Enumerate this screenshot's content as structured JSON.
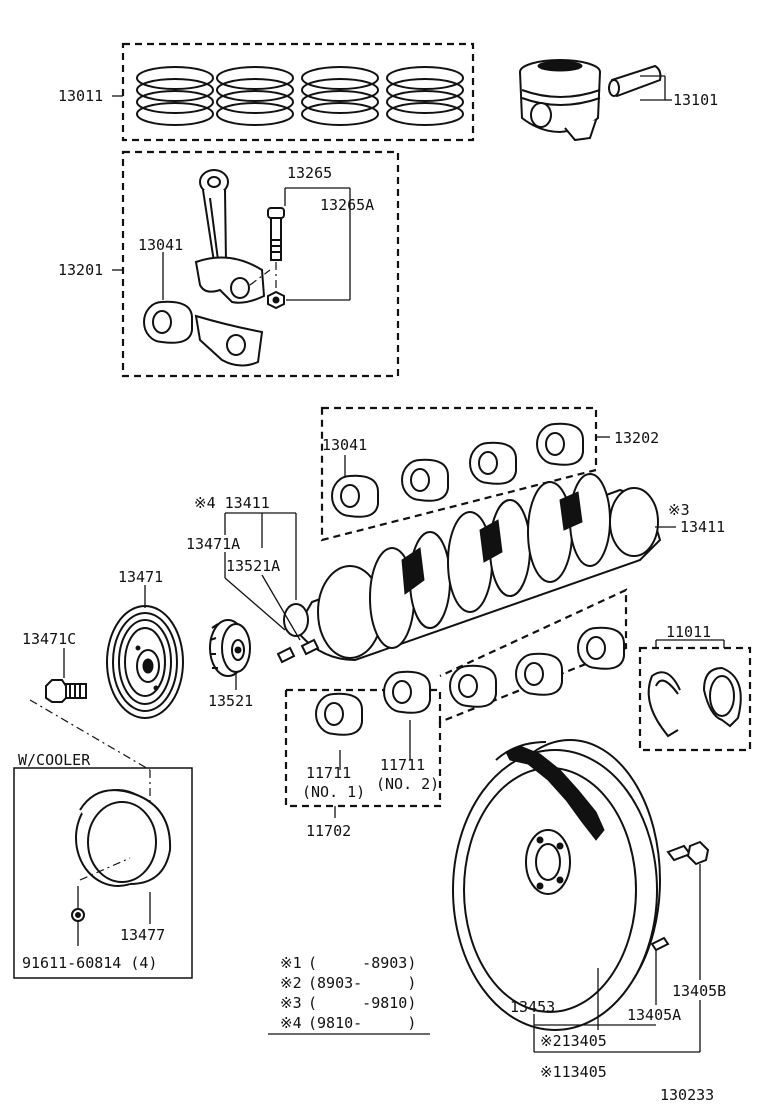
{
  "diagram_number": "130233",
  "labels": {
    "p13011": "13011",
    "p13101": "13101",
    "p13201": "13201",
    "p13265": "13265",
    "p13265A": "13265A",
    "p13041_rod": "13041",
    "p13041_main": "13041",
    "p13202": "13202",
    "p13411_top": "※4 13411",
    "p13411_right": "※3",
    "p13411_right_num": "13411",
    "p13471A": "13471A",
    "p13521A": "13521A",
    "p13471": "13471",
    "p13471C": "13471C",
    "p13521": "13521",
    "p11011": "11011",
    "p11711_no1": "11711",
    "p11711_no1_sub": "(NO. 1)",
    "p11711_no2": "11711",
    "p11711_no2_sub": "(NO. 2)",
    "p11702": "11702",
    "w_cooler": "W/COOLER",
    "p13477": "13477",
    "p91611": "91611-60814 (4)",
    "p13453": "13453",
    "p13405A": "13405A",
    "p13405B": "13405B",
    "p13405_n2": "※213405",
    "p13405_n1": "※113405"
  },
  "legend": [
    {
      "mark": "※1",
      "range": "(     -8903)"
    },
    {
      "mark": "※2",
      "range": "(8903-     )"
    },
    {
      "mark": "※3",
      "range": "(     -9810)"
    },
    {
      "mark": "※4",
      "range": "(9810-     )"
    }
  ]
}
